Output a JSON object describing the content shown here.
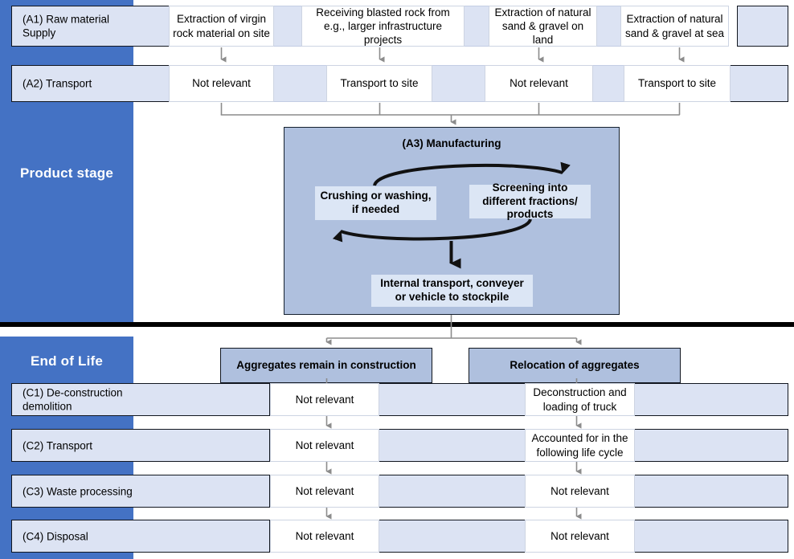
{
  "stages": {
    "product": "Product stage",
    "eol": "End of Life"
  },
  "rows": {
    "a1": {
      "title": "(A1) Raw material\nSupply"
    },
    "a2": {
      "title": "(A2) Transport"
    },
    "c1": {
      "title": "(C1) De-construction\ndemolition"
    },
    "c2": {
      "title": "(C2) Transport"
    },
    "c3": {
      "title": "(C3) Waste processing"
    },
    "c4": {
      "title": "(C4) Disposal"
    }
  },
  "a1_cells": [
    "Extraction of virgin rock material on site",
    "Receiving blasted rock from e.g., larger infrastructure projects",
    "Extraction of natural sand & gravel on land",
    "Extraction of natural sand & gravel at sea"
  ],
  "a2_cells": [
    "Not relevant",
    "Transport to site",
    "Not relevant",
    "Transport to site"
  ],
  "manufacturing": {
    "title": "(A3) Manufacturing",
    "left_box": "Crushing or washing, if needed",
    "right_box": "Screening into different fractions/ products",
    "bottom_box": "Internal transport, conveyer or vehicle to stockpile"
  },
  "eol_groups": [
    "Aggregates remain in construction",
    "Relocation of aggregates"
  ],
  "eol_cells": {
    "c1": [
      "Not relevant",
      "Deconstruction and loading of truck"
    ],
    "c2": [
      "Not relevant",
      "Accounted for in the following life cycle"
    ],
    "c3": [
      "Not relevant",
      "Not relevant"
    ],
    "c4": [
      "Not relevant",
      "Not relevant"
    ]
  },
  "colors": {
    "rail": "#4472C4",
    "band": "#DCE3F3",
    "panel": "#AFC0DE",
    "sub": "#DCE6F5",
    "connector": "#8c8c8c",
    "divider": "#000000"
  }
}
